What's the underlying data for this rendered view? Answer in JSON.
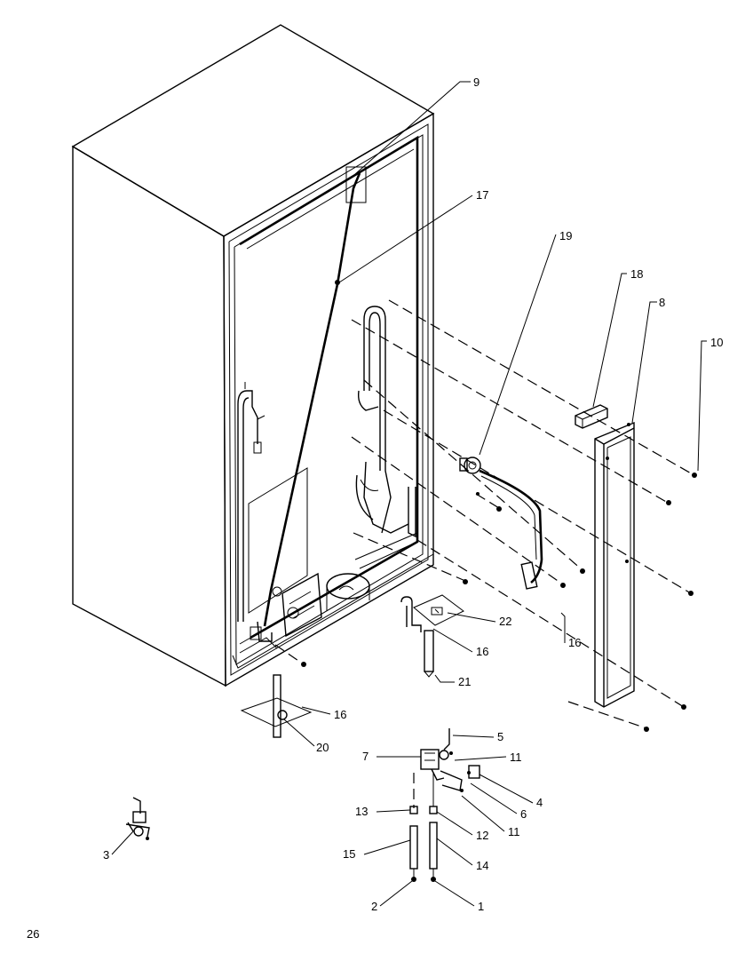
{
  "page_number": "26",
  "callouts": [
    {
      "id": "c9",
      "label": "9"
    },
    {
      "id": "c17",
      "label": "17"
    },
    {
      "id": "c19",
      "label": "19"
    },
    {
      "id": "c18",
      "label": "18"
    },
    {
      "id": "c8",
      "label": "8"
    },
    {
      "id": "c10",
      "label": "10"
    },
    {
      "id": "c22",
      "label": "22"
    },
    {
      "id": "c16a",
      "label": "16"
    },
    {
      "id": "c16b",
      "label": "16"
    },
    {
      "id": "c21",
      "label": "21"
    },
    {
      "id": "c16c",
      "label": "16"
    },
    {
      "id": "c20",
      "label": "20"
    },
    {
      "id": "c5",
      "label": "5"
    },
    {
      "id": "c7",
      "label": "7"
    },
    {
      "id": "c11a",
      "label": "11"
    },
    {
      "id": "c4",
      "label": "4"
    },
    {
      "id": "c6",
      "label": "6"
    },
    {
      "id": "c11b",
      "label": "11"
    },
    {
      "id": "c13",
      "label": "13"
    },
    {
      "id": "c12",
      "label": "12"
    },
    {
      "id": "c15",
      "label": "15"
    },
    {
      "id": "c14",
      "label": "14"
    },
    {
      "id": "c2",
      "label": "2"
    },
    {
      "id": "c1",
      "label": "1"
    },
    {
      "id": "c3",
      "label": "3"
    }
  ]
}
